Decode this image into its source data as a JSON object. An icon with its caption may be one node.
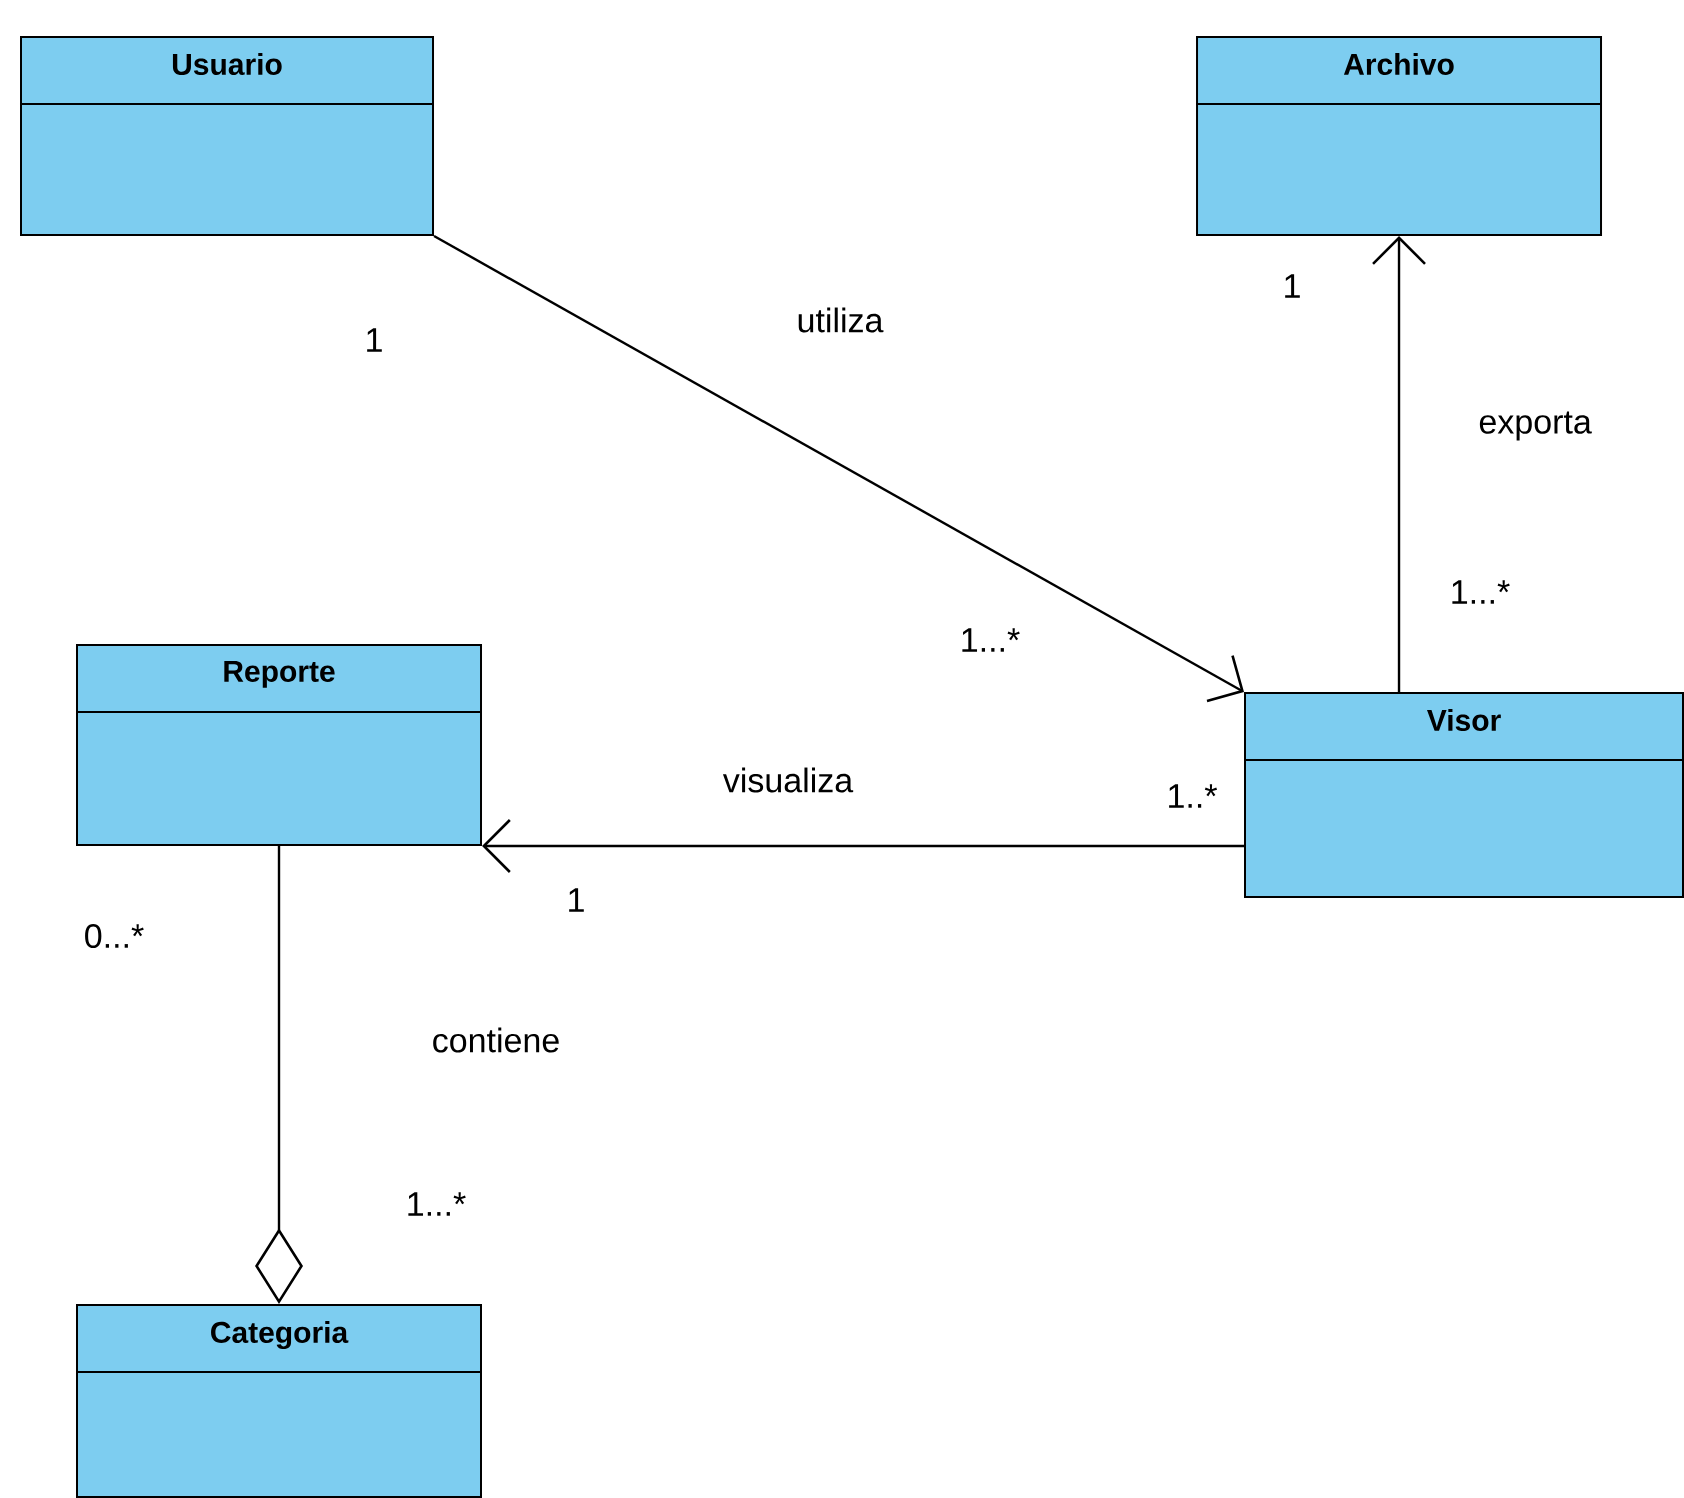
{
  "diagram": {
    "nodes": [
      {
        "text": [
          "Usuario"
        ]
      },
      {
        "text": [
          "Archivo"
        ]
      },
      {
        "text": [
          "Reporte"
        ]
      },
      {
        "text": [
          "Visor"
        ]
      },
      {
        "text": [
          "Categoria"
        ]
      }
    ],
    "edges": [
      {
        "from": 0,
        "to": 3,
        "arrow": "to",
        "label": "utiliza"
      },
      {
        "from": 3,
        "to": 1,
        "arrow": "to",
        "label": "exporta"
      },
      {
        "from": 3,
        "to": 2,
        "arrow": "to",
        "label": "visualiza"
      },
      {
        "from": 2,
        "to": 4,
        "arrow": "other",
        "label": "contiene"
      }
    ],
    "labels": [
      "1",
      "1",
      "1...*",
      "1...*",
      "1..*",
      "1",
      "0...*",
      "1...*"
    ]
  }
}
